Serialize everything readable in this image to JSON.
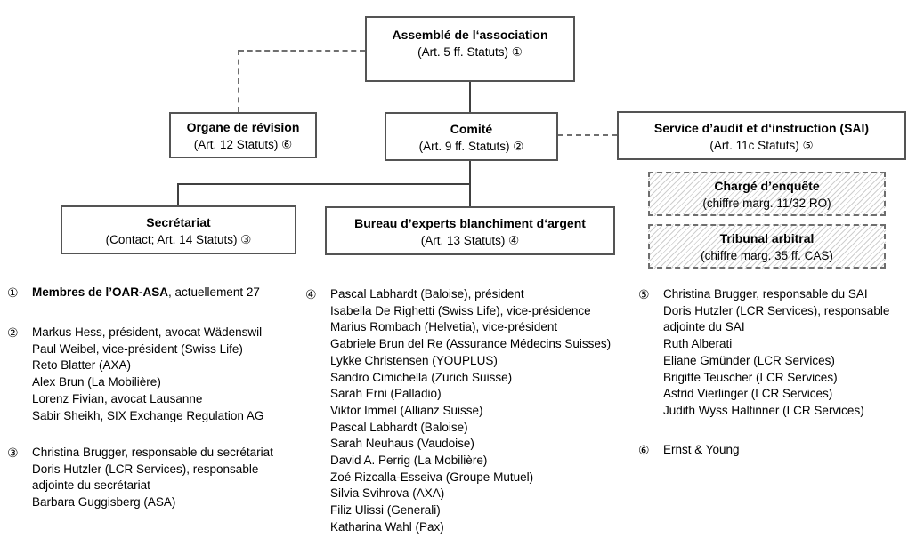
{
  "orgchart": {
    "assembly": {
      "title": "Assemblé de l‘association",
      "subtitle": "(Art. 5 ff. Statuts) ①"
    },
    "revision": {
      "title": "Organe de révision",
      "subtitle": "(Art. 12 Statuts) ⑥"
    },
    "committee": {
      "title": "Comité",
      "subtitle": "(Art. 9 ff. Statuts) ②"
    },
    "audit_service": {
      "title": "Service d’audit et d‘instruction (SAI)",
      "subtitle": "(Art. 11c Statuts) ⑤"
    },
    "secretariat": {
      "title": "Secrétariat",
      "subtitle": "(Contact; Art. 14 Statuts) ③"
    },
    "experts_bureau": {
      "title": "Bureau d’experts blanchiment d‘argent",
      "subtitle": "(Art. 13 Statuts) ④"
    },
    "investigator": {
      "title": "Chargé d’enquête",
      "subtitle": "(chiffre marg. 11/32 RO)"
    },
    "arbitral": {
      "title": "Tribunal arbitral",
      "subtitle": "(chiffre marg. 35 ff. CAS)"
    }
  },
  "legend": {
    "members": {
      "marker": "①",
      "bold": "Membres de l’OAR-ASA",
      "rest": ", actuellement 27"
    },
    "committee_members": {
      "marker": "②",
      "lines": [
        "Markus Hess, président, avocat Wädenswil",
        "Paul Weibel, vice-président (Swiss Life)",
        "Reto Blatter (AXA)",
        "Alex Brun (La Mobilière)",
        "Lorenz Fivian, avocat Lausanne",
        "Sabir Sheikh, SIX Exchange Regulation AG"
      ]
    },
    "secretariat_members": {
      "marker": "③",
      "lines": [
        "Christina Brugger, responsable du secrétariat",
        "Doris Hutzler (LCR Services), responsable",
        "adjointe du secrétariat",
        "Barbara Guggisberg (ASA)"
      ]
    },
    "bureau_members": {
      "marker": "④",
      "lines": [
        "Pascal Labhardt (Baloise), président",
        "Isabella De Righetti (Swiss Life), vice-présidence",
        "Marius Rombach (Helvetia), vice-président",
        "Gabriele Brun del Re (Assurance Médecins Suisses)",
        "Lykke Christensen (YOUPLUS)",
        "Sandro Cimichella (Zurich Suisse)",
        "Sarah Erni (Palladio)",
        "Viktor Immel (Allianz Suisse)",
        "Pascal Labhardt (Baloise)",
        "Sarah Neuhaus (Vaudoise)",
        "David A. Perrig (La Mobilière)",
        "Zoé Rizcalla-Esseiva (Groupe Mutuel)",
        "Silvia Svihrova (AXA)",
        "Filiz Ulissi (Generali)",
        "Katharina Wahl (Pax)"
      ]
    },
    "sai_members": {
      "marker": "⑤",
      "lines": [
        "Christina Brugger, responsable du SAI",
        "Doris Hutzler (LCR Services), responsable",
        "adjointe du SAI",
        "Ruth Alberati",
        "Eliane Gmünder (LCR Services)",
        "Brigitte Teuscher (LCR Services)",
        "Astrid Vierlinger (LCR Services)",
        "Judith Wyss Haltinner (LCR Services)"
      ]
    },
    "revision_org": {
      "marker": "⑥",
      "lines": [
        "Ernst & Young"
      ]
    }
  },
  "colors": {
    "box_border": "#545454",
    "connector": "#404040",
    "dashed_connector": "#6f6f6f",
    "hatch_line": "#cfcfcf",
    "text": "#000000"
  }
}
